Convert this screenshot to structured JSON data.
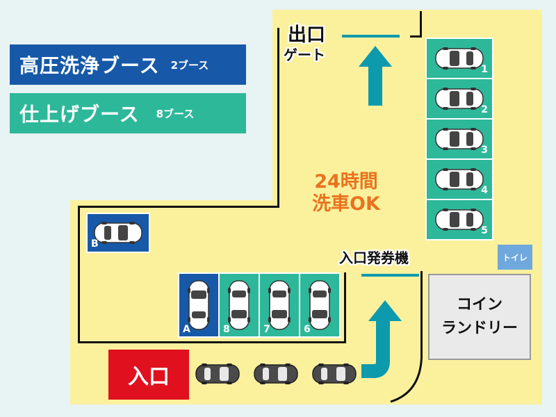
{
  "legend": {
    "wash_booth": {
      "label": "高圧洗浄ブース",
      "count": "2ブース",
      "color": "#1759a8"
    },
    "finish_booth": {
      "label": "仕上げブース",
      "count": "8ブース",
      "color": "#2eb89a"
    }
  },
  "exit_gate": {
    "line1": "出口",
    "line2": "ゲート"
  },
  "hours": {
    "line1": "24時間",
    "line2": "洗車OK",
    "color": "#e8731f"
  },
  "entrance": {
    "label": "入口",
    "color": "#e0101f"
  },
  "ticket_machine": {
    "label": "入口発券機"
  },
  "toilet": {
    "label": "トイレ"
  },
  "laundry": {
    "line1": "コイン",
    "line2": "ランドリー"
  },
  "finish_bays_right": [
    "1",
    "2",
    "3",
    "4",
    "5"
  ],
  "bottom_bays": [
    {
      "label": "A",
      "type": "wash"
    },
    {
      "label": "8",
      "type": "finish"
    },
    {
      "label": "7",
      "type": "finish"
    },
    {
      "label": "6",
      "type": "finish"
    }
  ],
  "left_bay": {
    "label": "B",
    "type": "wash"
  },
  "colors": {
    "lot": "#fbf19d",
    "arrow": "#0d9aad",
    "background": "#e8f3f4"
  }
}
